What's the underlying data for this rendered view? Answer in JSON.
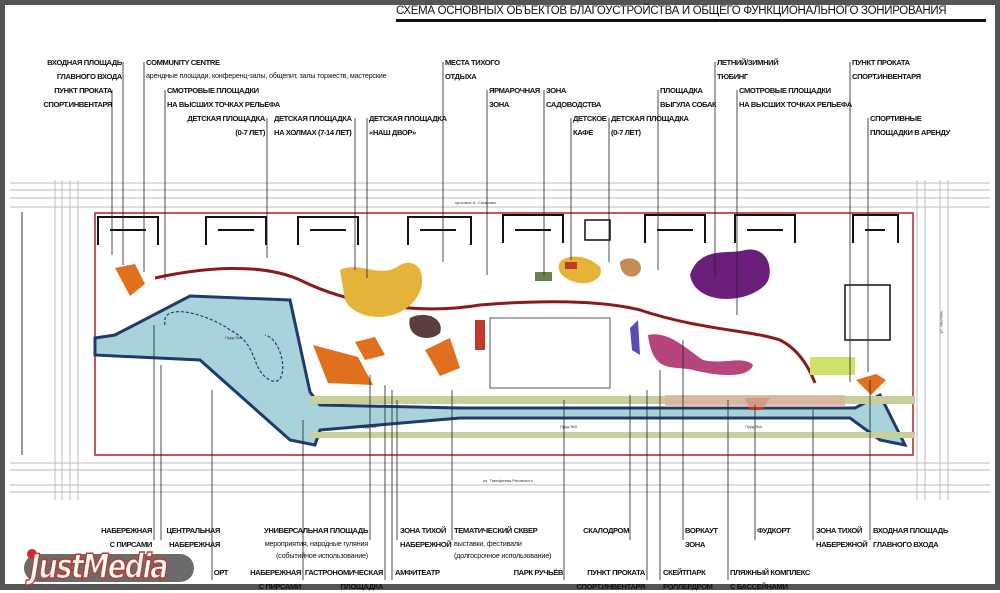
{
  "title": "СХЕМА ОСНОВНЫХ ОБЪЕКТОВ БЛАГОУСТРОЙСТВА И ОБЩЕГО ФУНКЦИОНАЛЬНОГО ЗОНИРОВАНИЯ",
  "top_labels": [
    {
      "l1": "ВХОДНАЯ ПЛОЩАДЬ",
      "l2": "ГЛАВНОГО ВХОДА"
    },
    {
      "l1": "ПУНКТ ПРОКАТА",
      "l2": "СПОРТ.ИНВЕНТАРЯ"
    },
    {
      "l1": "COMMUNITY CENTRE",
      "l2": "арендные площади, конференц-залы, общепит, залы торжеств, мастерские"
    },
    {
      "l1": "СМОТРОВЫЕ ПЛОЩАДКИ",
      "l2": "НА ВЫСШИХ ТОЧКАХ РЕЛЬЕФА"
    },
    {
      "l1": "ДЕТСКАЯ ПЛОЩАДКА",
      "l2": "(0-7 ЛЕТ)"
    },
    {
      "l1": "ДЕТСКАЯ ПЛОЩАДКА",
      "l2": "НА ХОЛМАХ (7-14 ЛЕТ)"
    },
    {
      "l1": "ДЕТСКАЯ ПЛОЩАДКА",
      "l2": "«НАШ ДВОР»"
    },
    {
      "l1": "МЕСТА ТИХОГО",
      "l2": "ОТДЫХА"
    },
    {
      "l1": "ЯРМАРОЧНАЯ",
      "l2": "ЗОНА"
    },
    {
      "l1": "ЗОНА",
      "l2": "САДОВОДСТВА"
    },
    {
      "l1": "ДЕТСКОЕ",
      "l2": "КАФЕ"
    },
    {
      "l1": "ДЕТСКАЯ ПЛОЩАДКА",
      "l2": "(0-7 ЛЕТ)"
    },
    {
      "l1": "ПЛОЩАДКА",
      "l2": "ВЫГУЛА СОБАК"
    },
    {
      "l1": "ЛЕТНИЙ/ЗИМНИЙ",
      "l2": "ТЮБИНГ"
    },
    {
      "l1": "СМОТРОВЫЕ ПЛОЩАДКИ",
      "l2": "НА ВЫСШИХ ТОЧКАХ РЕЛЬЕФА"
    },
    {
      "l1": "ПУНКТ ПРОКАТА",
      "l2": "СПОРТ.ИНВЕНТАРЯ"
    },
    {
      "l1": "СПОРТИВНЫЕ",
      "l2": "ПЛОЩАДКИ В АРЕНДУ"
    }
  ],
  "bottom_labels": [
    {
      "l1": "НАБЕРЕЖНАЯ",
      "l2": "С ПИРСАМИ"
    },
    {
      "l1": "ЦЕНТРАЛЬНАЯ",
      "l2": "НАБЕРЕЖНАЯ"
    },
    {
      "l1": "ОРТ"
    },
    {
      "l1": "УНИВЕРСАЛЬНАЯ ПЛОЩАДЬ",
      "l2": "мероприятия, народные гуляния",
      "l3": "(событийное использование)"
    },
    {
      "l1": "НАБЕРЕЖНАЯ",
      "l2": "С ПИРСАМИ"
    },
    {
      "l1": "ГАСТРОНОМИЧЕСКАЯ",
      "l2": "ПЛОЩАДКА"
    },
    {
      "l1": "ЗОНА ТИХОЙ",
      "l2": "НАБЕРЕЖНОЙ"
    },
    {
      "l1": "АМФИТЕАТР"
    },
    {
      "l1": "ТЕМАТИЧЕСКИЙ СКВЕР",
      "l2": "выставки, фестивали",
      "l3": "(долгосрочное использование)"
    },
    {
      "l1": "ПАРК РУЧЬЁВ"
    },
    {
      "l1": "СКАЛОДРОМ"
    },
    {
      "l1": "ПУНКТ ПРОКАТА",
      "l2": "СПОРТ.ИНВЕНТАРЯ"
    },
    {
      "l1": "ВОРКАУТ",
      "l2": "ЗОНА"
    },
    {
      "l1": "СКЕЙТПАРК",
      "l2": "РОЛЛЕРДРОМ"
    },
    {
      "l1": "ФУДКОРТ"
    },
    {
      "l1": "ПЛЯЖНЫЙ КОМПЛЕКС",
      "l2": "С БАССЕЙНАМИ"
    },
    {
      "l1": "ЗОНА ТИХОЙ",
      "l2": "НАБЕРЕЖНОЙ"
    },
    {
      "l1": "ВХОДНАЯ ПЛОЩАДЬ",
      "l2": "ГЛАВНОГО ВХОДА"
    }
  ],
  "map_labels": {
    "street_top": "проспект А. Сахарова",
    "street_bottom": "ул. Тимофеева-Ресовского",
    "street_right": "ул. Чкалова",
    "pond1": "Пруд №1",
    "pond2": "Пруд №2",
    "pond3": "Пруд №3",
    "pond4": "Пруд №4"
  },
  "logo": {
    "text": "JustMedia"
  },
  "colors": {
    "site_border": "#b22222",
    "water": "#a9d3da",
    "path": "#8b1a1a",
    "orange": "#e0701e",
    "purple": "#6b1f7a",
    "yellow": "#e5b33a"
  }
}
